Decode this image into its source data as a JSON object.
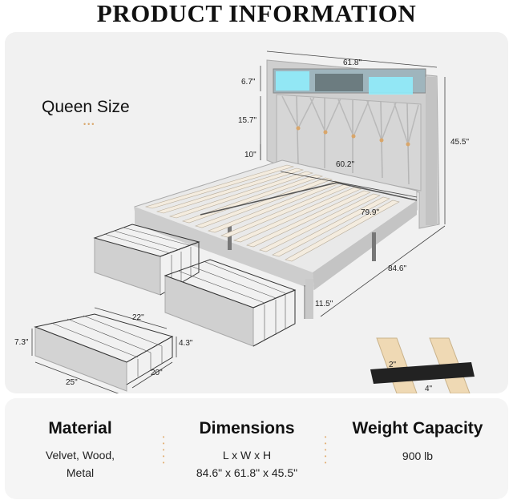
{
  "page_title": "PRODUCT INFORMATION",
  "size": {
    "label": "Queen Size"
  },
  "colors": {
    "frame": "#c9c9c9",
    "slat": "#efe6d8",
    "led": "#8ff0ff",
    "accent": "#d9a66a"
  },
  "dimensions": {
    "headboard_width": "61.8\"",
    "led_shelf_height": "6.7\"",
    "panel_height": "15.7\"",
    "clearance": "10\"",
    "inner_width": "60.2\"",
    "total_height": "45.5\"",
    "inner_length": "79.9\"",
    "total_length": "84.6\"",
    "leg_height": "11.5\"",
    "drawer_depth": "22\"",
    "drawer_height": "7.3\"",
    "basket_height": "4.3\"",
    "drawer_width": "25\"",
    "basket_width": "20\"",
    "slat_thickness": "2\"",
    "slat_width": "4\""
  },
  "info": {
    "material": {
      "title": "Material",
      "lines": [
        "Velvet, Wood,",
        "Metal"
      ]
    },
    "dimensions": {
      "title": "Dimensions",
      "lines": [
        "L x W x H",
        "84.6\" x 61.8\" x 45.5\""
      ]
    },
    "weight": {
      "title": "Weight Capacity",
      "lines": [
        "900 lb"
      ]
    }
  }
}
